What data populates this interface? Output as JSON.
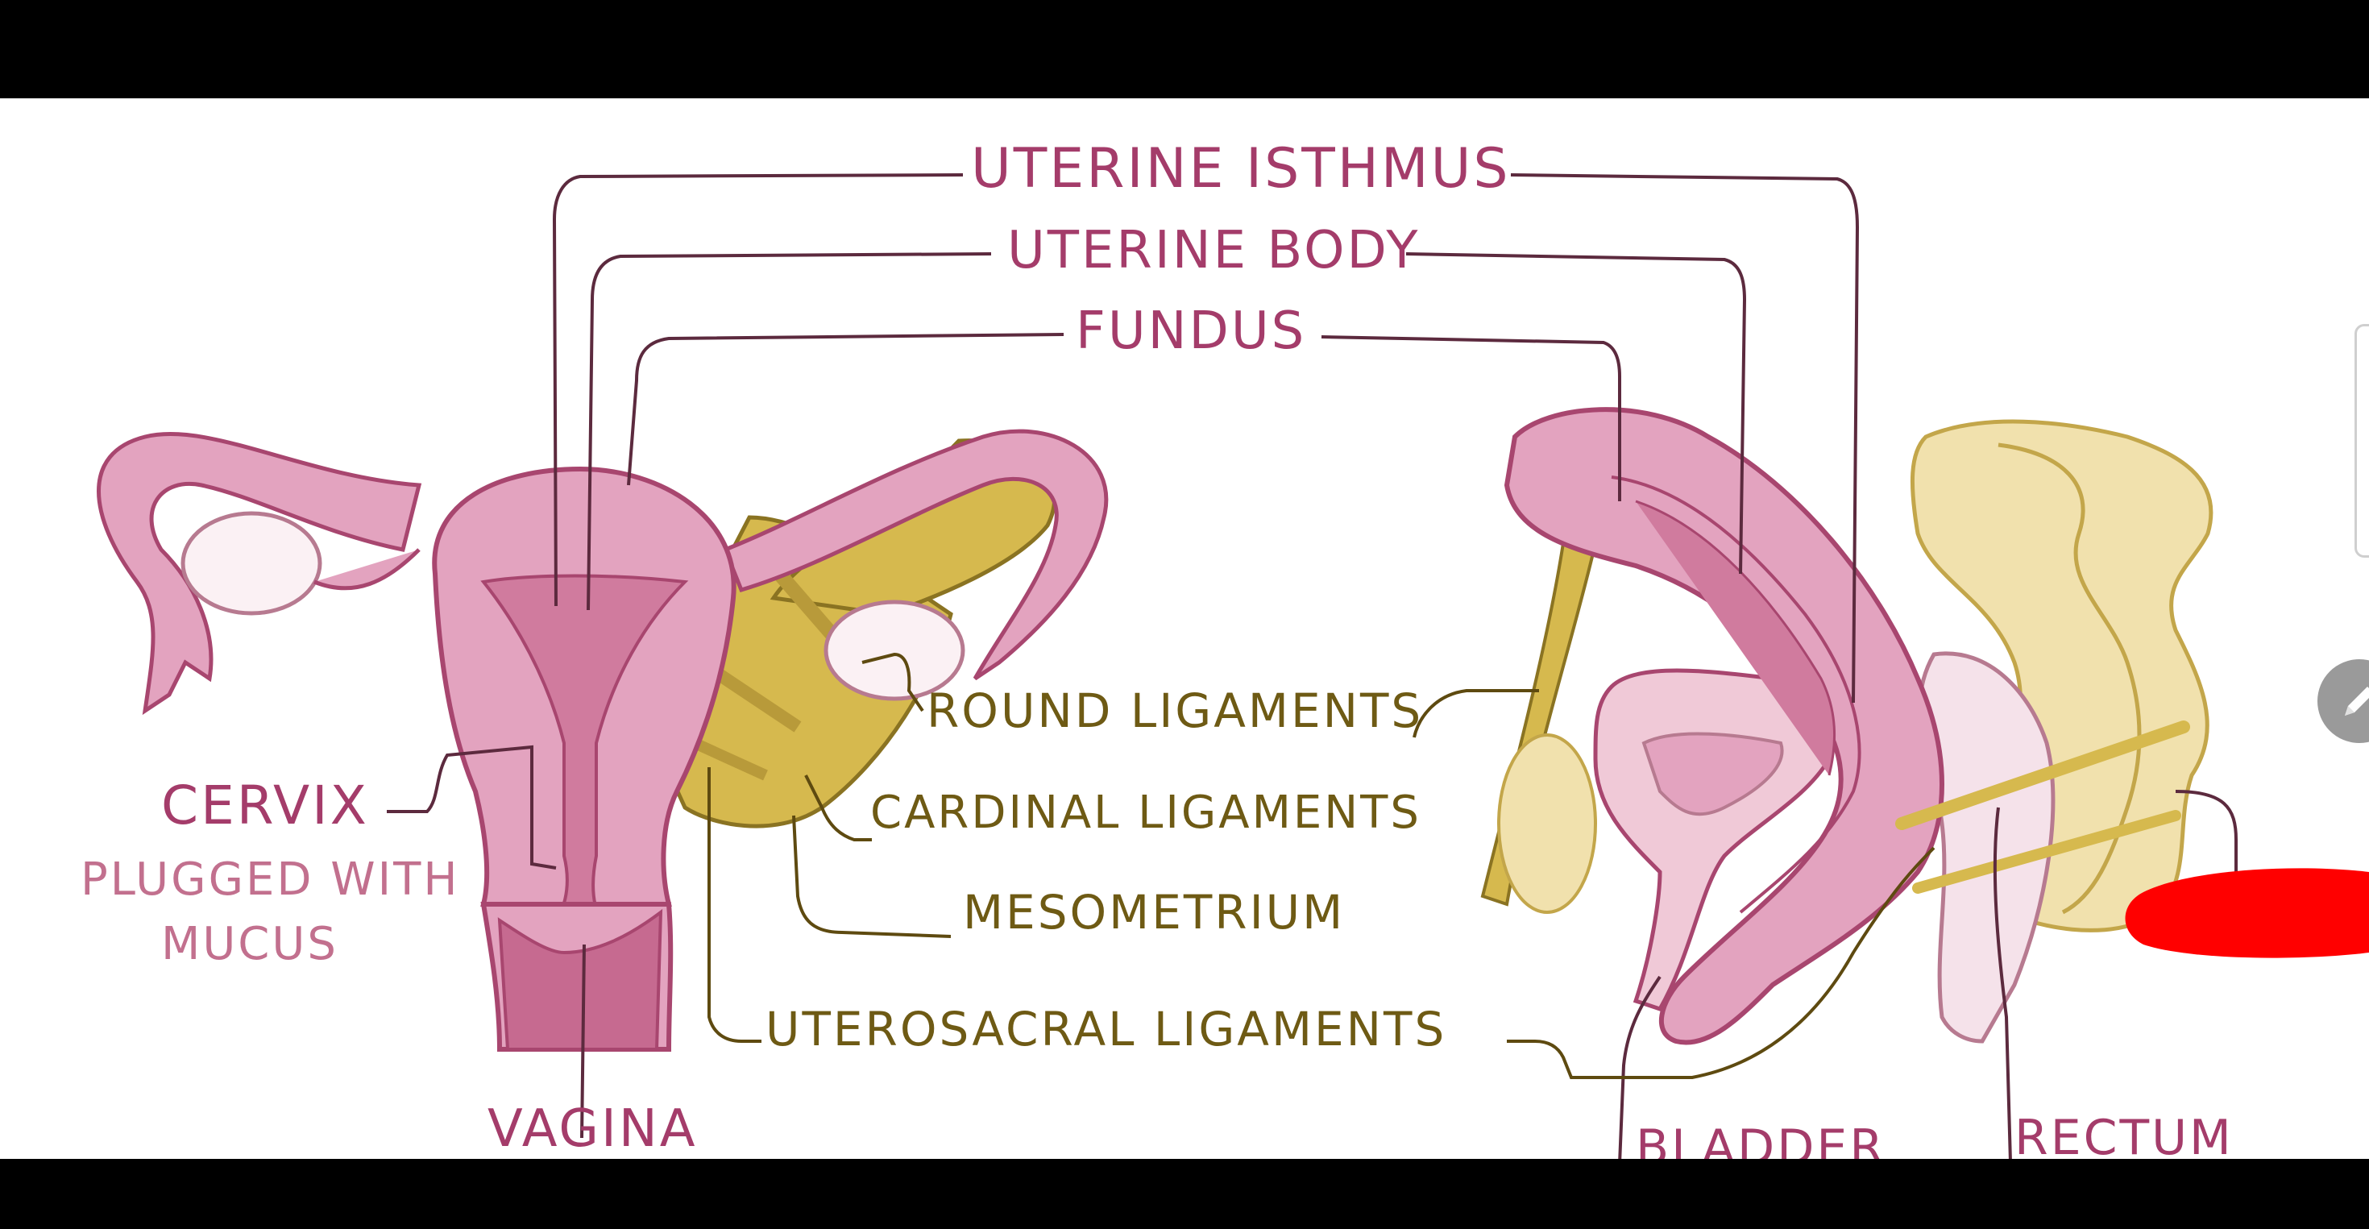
{
  "labels": {
    "uterine_isthmus": "UTERINE ISTHMUS",
    "uterine_body": "UTERINE BODY",
    "fundus": "FUNDUS",
    "cervix": "CERVIX",
    "cervix_note_line1": "PLUGGED WITH",
    "cervix_note_line2": "MUCUS",
    "vagina": "VAGINA",
    "round_ligaments": "ROUND LIGAMENTS",
    "cardinal_ligaments": "CARDINAL LIGAMENTS",
    "mesometrium": "MESOMETRIUM",
    "uterosacral_ligaments": "UTEROSACRAL LIGAMENTS",
    "bladder": "BLADDER",
    "rectum": "RECTUM"
  },
  "colors": {
    "uterus": "#e3a3bf",
    "uterus_dark": "#a8466f",
    "ligament": "#d6b94e",
    "ligament_line": "#6e5a14",
    "bowel": "#f1e1ad",
    "ovary": "#fbf1f4",
    "redaction": "#ff0000"
  },
  "icons": {
    "pen": "pencil-icon"
  }
}
